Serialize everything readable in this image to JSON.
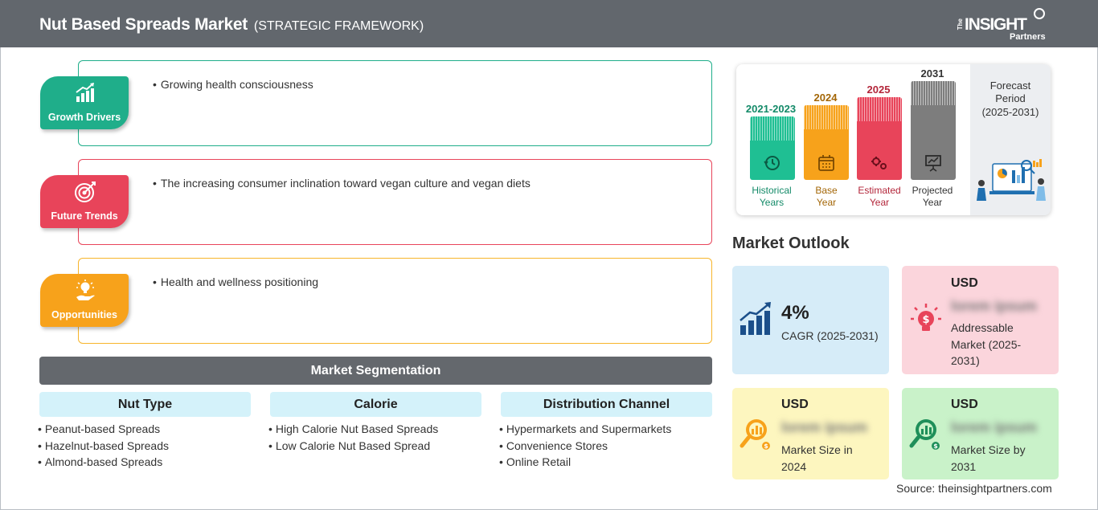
{
  "header": {
    "title": "Nut Based Spreads Market",
    "subtitle": "(STRATEGIC FRAMEWORK)",
    "logo_the": "The",
    "logo_main": "INSIGHT",
    "logo_sub": "Partners"
  },
  "drivers": [
    {
      "label": "Growth Drivers",
      "text": "Growing health consciousness",
      "color": "#1fae8a",
      "icon": "bar-chart-growth-icon"
    },
    {
      "label": "Future Trends",
      "text": "The increasing consumer inclination toward vegan culture and vegan diets",
      "color": "#e8445a",
      "icon": "target-icon"
    },
    {
      "label": "Opportunities",
      "text": "Health and wellness positioning",
      "color": "#f7a21b",
      "icon": "lightbulb-hand-icon"
    }
  ],
  "segmentation": {
    "title": "Market Segmentation",
    "columns": [
      {
        "heading": "Nut Type",
        "items": [
          "Peanut-based Spreads",
          "Hazelnut-based Spreads",
          "Almond-based Spreads"
        ]
      },
      {
        "heading": "Calorie",
        "items": [
          "High Calorie Nut Based Spreads",
          "Low Calorie Nut Based Spread"
        ]
      },
      {
        "heading": "Distribution Channel",
        "items": [
          "Hypermarkets and Supermarkets",
          "Convenience Stores",
          "Online Retail"
        ]
      }
    ]
  },
  "timeline": {
    "bars": [
      {
        "year": "2021-2023",
        "label_line1": "Historical",
        "label_line2": "Years",
        "color": "#1fbf93",
        "year_color": "#138a68",
        "icon": "history-icon"
      },
      {
        "year": "2024",
        "label_line1": "Base",
        "label_line2": "Year",
        "color": "#f7a21b",
        "year_color": "#a36606",
        "icon": "calendar-icon"
      },
      {
        "year": "2025",
        "label_line1": "Estimated",
        "label_line2": "Year",
        "color": "#e8445a",
        "year_color": "#b3263a",
        "icon": "gears-icon"
      },
      {
        "year": "2031",
        "label_line1": "Projected",
        "label_line2": "Year",
        "color": "#7d7d7d",
        "year_color": "#333333",
        "icon": "presentation-chart-icon"
      }
    ],
    "forecast_title_line1": "Forecast",
    "forecast_title_line2": "Period",
    "forecast_range": "(2025-2031)"
  },
  "outlook": {
    "title": "Market Outlook",
    "cagr": {
      "value": "4%",
      "label": "CAGR (2025-2031)",
      "color": "#d6ecf8"
    },
    "addressable": {
      "currency": "USD",
      "value": "lorem ipsum",
      "line1": "Addressable",
      "line2": "Market (2025-",
      "line3": "2031)",
      "color": "#fbd5dc"
    },
    "size_2024": {
      "currency": "USD",
      "value": "lorem ipsum",
      "line1": "Market Size in",
      "line2": "2024",
      "color": "#fdf6bf"
    },
    "size_2031": {
      "currency": "USD",
      "value": "lorem ipsum",
      "line1": "Market Size by",
      "line2": "2031",
      "color": "#c9f2c9"
    }
  },
  "source": "Source: theinsightpartners.com"
}
